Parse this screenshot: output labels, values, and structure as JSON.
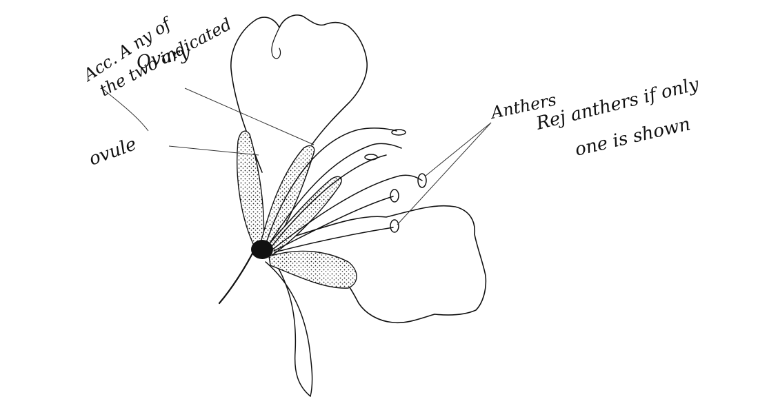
{
  "labels": {
    "acc_note_line1": "Acc. A ny of",
    "acc_note_line2": "the two indicated",
    "ovary": "Ovary",
    "ovule": "ovule",
    "anthers": "Anthers",
    "rej_note_line1": "Rej anthers if only",
    "rej_note_line2": "one is shown"
  },
  "colors": {
    "ink": "#111111",
    "paper": "#ffffff"
  }
}
